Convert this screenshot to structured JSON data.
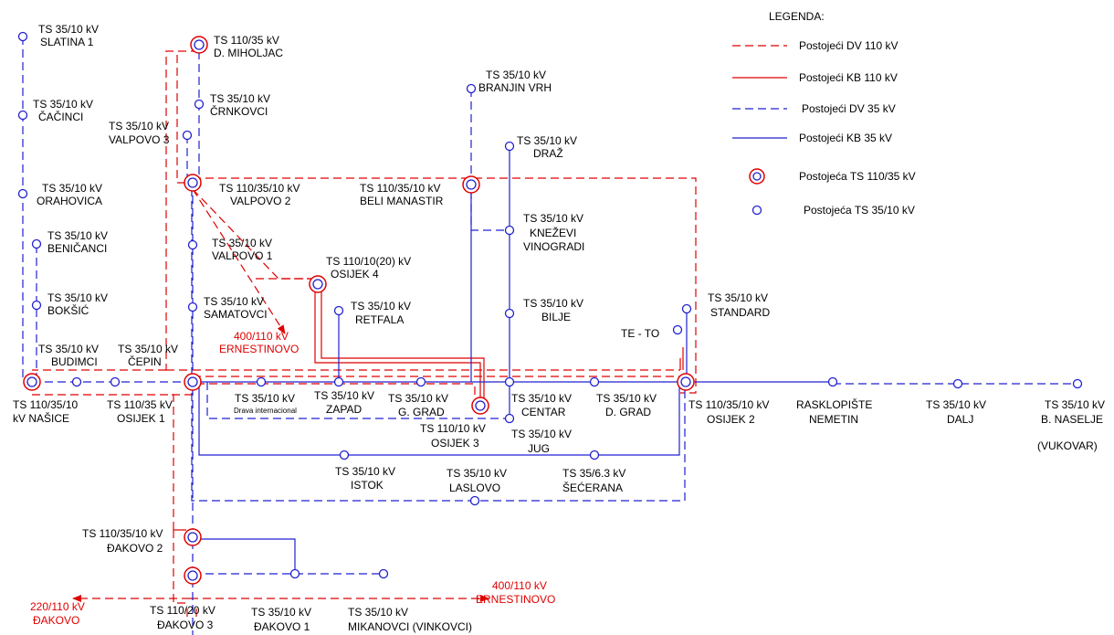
{
  "legend": {
    "title": "LEGENDA:",
    "items": [
      {
        "label": "Postojeći DV 110 kV"
      },
      {
        "label": "Postojeći KB 110 kV"
      },
      {
        "label": "Postojeći DV 35 kV"
      },
      {
        "label": "Postojeći KB 35 kV"
      },
      {
        "label": "Postojeća TS 110/35 kV"
      },
      {
        "label": "Postojeća TS 35/10 kV"
      }
    ]
  },
  "labels": {
    "slatina1": [
      "TS 35/10 kV",
      "SLATINA 1"
    ],
    "cacinci": [
      "TS 35/10 kV",
      "ČAČINCI"
    ],
    "orahovica": [
      "TS 35/10 kV",
      "ORAHOVICA"
    ],
    "benicanci": [
      "TS 35/10 kV",
      "BENIČANCI"
    ],
    "boksic": [
      "TS 35/10 kV",
      "BOKŠIĆ"
    ],
    "budimci": [
      "TS 35/10 kV",
      "BUDIMCI"
    ],
    "cepin": [
      "TS 35/10 kV",
      "ČEPIN"
    ],
    "nasice": [
      "TS 110/35/10",
      "kV NAŠICE"
    ],
    "osijek1": [
      "TS 110/35 kV",
      "OSIJEK 1"
    ],
    "dmiholjac": [
      "TS 110/35 kV",
      "D. MIHOLJAC"
    ],
    "crnkovci": [
      "TS 35/10 kV",
      "ČRNKOVCI"
    ],
    "valpovo3": [
      "TS 35/10 kV",
      "VALPOVO 3"
    ],
    "valpovo2": [
      "TS 110/35/10 kV",
      "VALPOVO 2"
    ],
    "valpovo1": [
      "TS 35/10 kV",
      "VALPOVO 1"
    ],
    "samatovci": [
      "TS 35/10 kV",
      "SAMATOVCI"
    ],
    "ernestinovo1": [
      "400/110 kV",
      "ERNESTINOVO"
    ],
    "osijek4": [
      "TS 110/10(20) kV",
      "OSIJEK 4"
    ],
    "retfala": [
      "TS 35/10 kV",
      "RETFALA"
    ],
    "branjinvrh": [
      "TS 35/10 kV",
      "BRANJIN VRH"
    ],
    "draz": [
      "TS 35/10 kV",
      "DRAŽ"
    ],
    "belimanastir": [
      "TS 110/35/10 kV",
      "BELI MANASTIR"
    ],
    "knezevi": [
      "TS 35/10 kV",
      "KNEŽEVI",
      "VINOGRADI"
    ],
    "bilje": [
      "TS 35/10 kV",
      "BILJE"
    ],
    "teto": [
      "TE - TO"
    ],
    "standard": [
      "TS 35/10 kV",
      "STANDARD"
    ],
    "drava": [
      "TS 35/10 kV",
      "Drava internacional"
    ],
    "zapad": [
      "TS 35/10 kV",
      "ZAPAD"
    ],
    "ggrad": [
      "TS 35/10 kV",
      "G. GRAD"
    ],
    "osijek3": [
      "TS 110/10 kV",
      "OSIJEK 3"
    ],
    "centar": [
      "TS 35/10 kV",
      "CENTAR"
    ],
    "jug": [
      "TS 35/10 kV",
      "JUG"
    ],
    "dgrad": [
      "TS 35/10 kV",
      "D. GRAD"
    ],
    "osijek2": [
      "TS 110/35/10 kV",
      "OSIJEK 2"
    ],
    "nemetin": [
      "RASKLOPIŠTE",
      "NEMETIN"
    ],
    "dalj": [
      "TS 35/10 kV",
      "DALJ"
    ],
    "bnaselje": [
      "TS 35/10 kV",
      "B. NASELJE"
    ],
    "vukovar": [
      "(VUKOVAR)"
    ],
    "istok": [
      "TS 35/10 kV",
      "ISTOK"
    ],
    "laslovo": [
      "TS 35/10 kV",
      "LASLOVO"
    ],
    "secerana": [
      "TS 35/6.3 kV",
      "ŠEĆERANA"
    ],
    "djakovo2": [
      "TS 110/35/10 kV",
      "ĐAKOVO 2"
    ],
    "djakovo3": [
      "TS 110/20 kV",
      "ĐAKOVO 3"
    ],
    "djakovo1": [
      "TS 35/10 kV",
      "ĐAKOVO 1"
    ],
    "mikanovci": [
      "TS 35/10 kV",
      "MIKANOVCI (VINKOVCI)"
    ],
    "djakovo220": [
      "220/110 kV",
      "ĐAKOVO"
    ],
    "ernestinovo2": [
      "400/110 kV",
      "ERNESTINOVO"
    ]
  },
  "colors": {
    "kv110": "#e00000",
    "kv35": "#2020d0"
  }
}
